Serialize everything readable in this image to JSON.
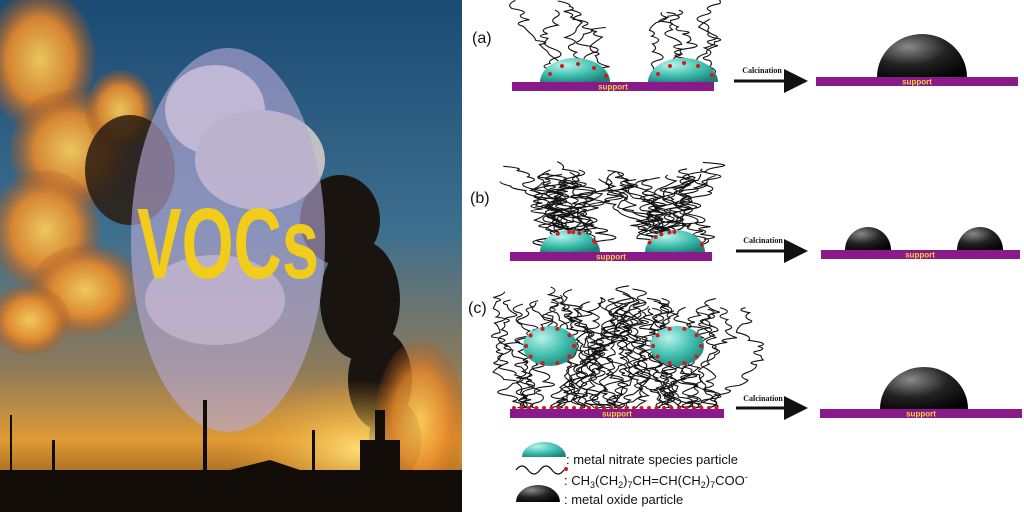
{
  "photo": {
    "headline": "VOCs",
    "colors": {
      "sky_top": "#1e4f79",
      "sky_horizon": "#d98a2a",
      "smoke": "#1a1410",
      "fire": "#f5a623",
      "ellipse": "#b8a9d6",
      "text": "#f2cc1a"
    }
  },
  "diagram": {
    "panels": [
      {
        "label": "(a)",
        "support_label": "support",
        "calcination_label": "Calcination",
        "result_support_label": "support"
      },
      {
        "label": "(b)",
        "support_label": "support",
        "calcination_label": "Calcination",
        "result_support_label": "support"
      },
      {
        "label": "(c)",
        "support_label": "support",
        "calcination_label": "Calcination",
        "result_support_label": "support"
      }
    ],
    "legend": {
      "nitrate": ": metal nitrate species particle",
      "ligand_prefix": ": CH",
      "ligand_s1": "3",
      "ligand_mid1": "(CH",
      "ligand_s2": "2",
      "ligand_mid2": ")",
      "ligand_s3": "7",
      "ligand_mid3": "CH=CH(CH",
      "ligand_s4": "2",
      "ligand_mid4": ")",
      "ligand_s5": "7",
      "ligand_mid5": "COO",
      "ligand_sup": "-",
      "oxide": ": metal oxide particle"
    },
    "colors": {
      "support": "#8a1a8a",
      "nitrate_particle": "#3fbfb0",
      "oxide_particle": "#111111",
      "anchor_dot": "#d11a1a",
      "chain": "#111111"
    }
  }
}
